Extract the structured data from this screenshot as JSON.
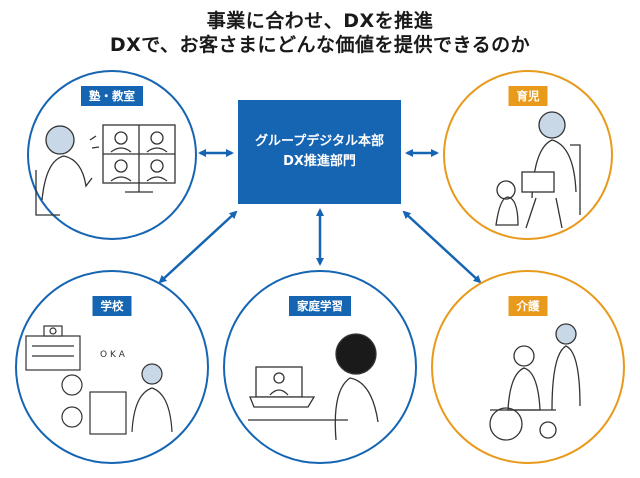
{
  "title": {
    "line1": "事業に合わせ、DXを推進",
    "line2": "DXで、お客さまにどんな価値を提供できるのか"
  },
  "center": {
    "line1": "グループデジタル本部",
    "line2": "DX推進部門"
  },
  "nodes": {
    "juku": {
      "label": "塾・教室",
      "color": "#1565b3"
    },
    "ikuji": {
      "label": "育児",
      "color": "#e89a1c"
    },
    "gakko": {
      "label": "学校",
      "color": "#1565b3"
    },
    "katei": {
      "label": "家庭学習",
      "color": "#1565b3"
    },
    "kaigo": {
      "label": "介護",
      "color": "#e89a1c"
    }
  },
  "colors": {
    "blue": "#1565b3",
    "orange": "#e89a1c",
    "arrow": "#1565b3"
  }
}
